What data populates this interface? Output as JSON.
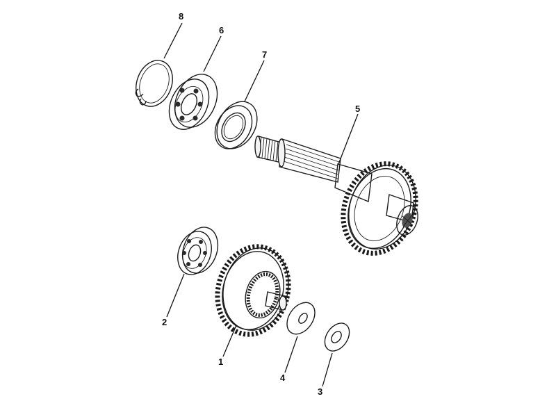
{
  "parts": [
    {
      "id": "1",
      "label": "1"
    },
    {
      "id": "2",
      "label": "2"
    },
    {
      "id": "3",
      "label": "3"
    },
    {
      "id": "4",
      "label": "4"
    },
    {
      "id": "5",
      "label": "5"
    },
    {
      "id": "6",
      "label": "6"
    },
    {
      "id": "7",
      "label": "7"
    },
    {
      "id": "8",
      "label": "8"
    }
  ]
}
